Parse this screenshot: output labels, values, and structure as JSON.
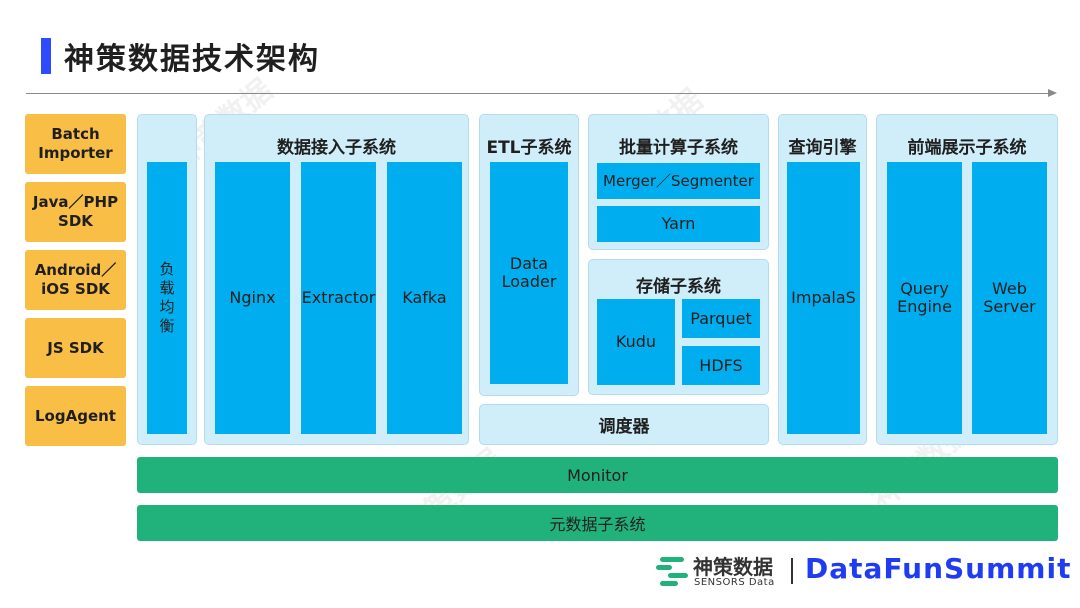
{
  "title": "神策数据技术架构",
  "sources": [
    "Batch\nImporter",
    "Java／PHP\nSDK",
    "Android／\niOS SDK",
    "JS SDK",
    "LogAgent"
  ],
  "load_balancer": {
    "label": "负载均衡"
  },
  "ingestion": {
    "title": "数据接入子系统",
    "items": [
      "Nginx",
      "Extractor",
      "Kafka"
    ]
  },
  "etl": {
    "title": "ETL子系统",
    "loader": "Data\nLoader"
  },
  "scheduler": "调度器",
  "batch": {
    "title": "批量计算子系统",
    "items": [
      "Merger／Segmenter",
      "Yarn"
    ]
  },
  "storage": {
    "title": "存储子系统",
    "kudu": "Kudu",
    "parquet": "Parquet",
    "hdfs": "HDFS"
  },
  "query": {
    "title": "查询引擎",
    "engine": "ImpalaS"
  },
  "frontend": {
    "title": "前端展示子系统",
    "items": [
      "Query\nEngine",
      "Web\nServer"
    ]
  },
  "monitor": "Monitor",
  "metadata": "元数据子系统",
  "watermark": {
    "cn": "神策数据",
    "en": "SENSORS Data"
  },
  "footer": {
    "logo_cn": "神策数据",
    "logo_en": "SENSORS Data",
    "summit": "DataFunSummit"
  },
  "colors": {
    "source": "#f9be45",
    "panel": "#cfeefa",
    "block": "#00aeef",
    "bar": "#21b27b",
    "accent": "#2f4bff",
    "summit": "#1f3cf2"
  }
}
